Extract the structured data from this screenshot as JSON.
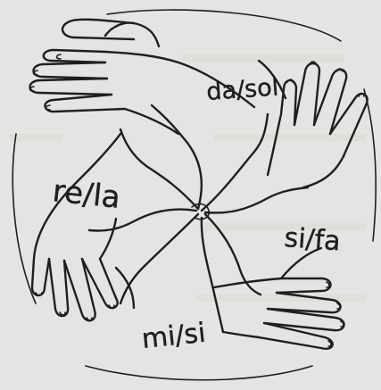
{
  "diagram": {
    "labels": {
      "top_right": "da/sol",
      "left": "re/la",
      "right": "si/fa",
      "bottom": "mi/si"
    },
    "colors": {
      "paper": "#e4e4e2",
      "ink": "#1f1f1f"
    }
  }
}
